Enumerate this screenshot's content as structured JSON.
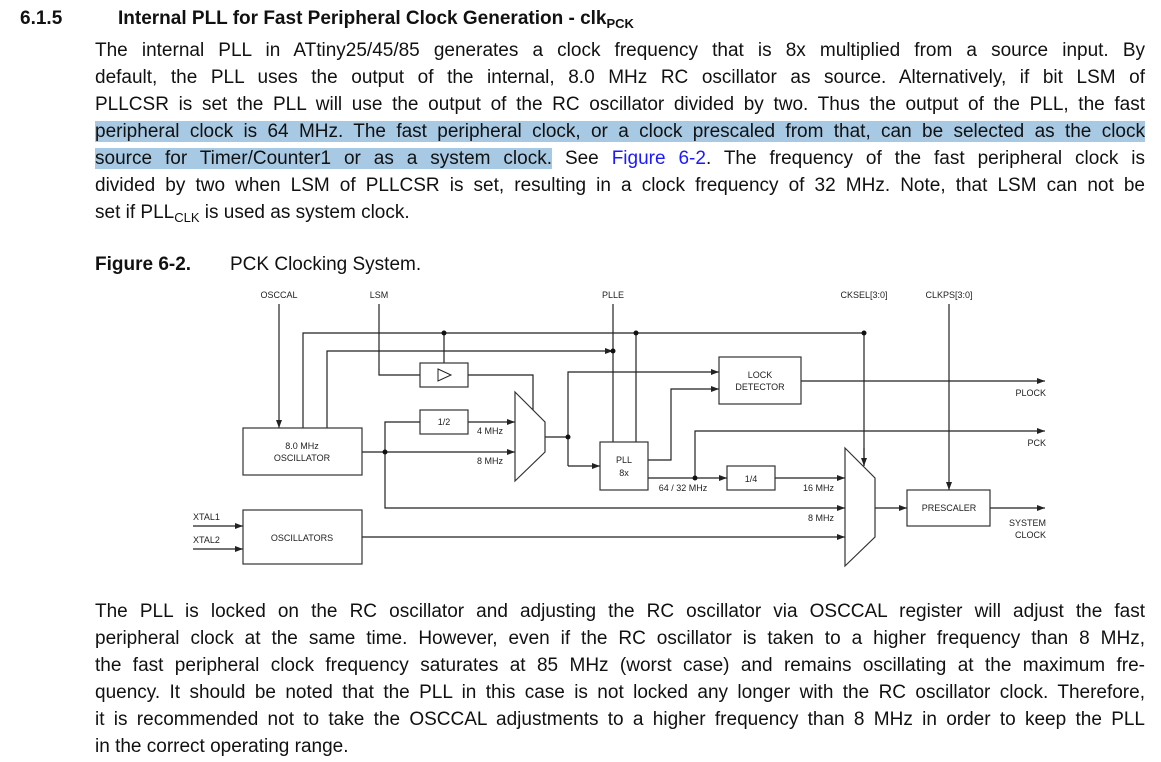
{
  "section": {
    "number": "6.1.5",
    "title": "Internal PLL for Fast Peripheral Clock Generation - clk",
    "title_sub": "PCK"
  },
  "para1": {
    "l1": "The internal PLL in ATtiny25/45/85 generates a clock frequency that is 8x multiplied from a source input. By",
    "l2": "default, the PLL uses the output of the internal, 8.0 MHz RC oscillator as source. Alternatively, if bit LSM of",
    "l3": "PLLCSR is set the PLL will use the output of the RC oscillator divided by two. Thus the output of the PLL, the fast",
    "l4": "peripheral clock is 64 MHz. The fast peripheral clock, or a clock prescaled from that, can be selected as the clock",
    "l5a": "source for Timer/Counter1 or as a system clock.",
    "l5b": " See ",
    "l5link": "Figure 6-2",
    "l5c": ". The frequency of the fast peripheral clock is",
    "l6": "divided by two when LSM of PLLCSR is set, resulting in a clock frequency of 32 MHz. Note, that LSM can not be",
    "l7a": "set if PLL",
    "l7sub": "CLK",
    "l7b": " is used as system clock."
  },
  "figure": {
    "number": "Figure 6-2.",
    "caption": "PCK Clocking System.",
    "labels": {
      "osccal": "OSCCAL",
      "lsm": "LSM",
      "plle": "PLLE",
      "cksel": "CKSEL[3:0]",
      "clkps": "CLKPS[3:0]",
      "osc1": "8.0 MHz",
      "osc2": "OSCILLATOR",
      "half": "1/2",
      "quarter": "1/4",
      "f4": "4 MHz",
      "f8": "8 MHz",
      "pll1": "PLL",
      "pll2": "8x",
      "lock1": "LOCK",
      "lock2": "DETECTOR",
      "f6432": "64 / 32 MHz",
      "f16": "16 MHz",
      "f8b": "8 MHz",
      "presc": "PRESCALER",
      "plock": "PLOCK",
      "pck": "PCK",
      "sys1": "SYSTEM",
      "sys2": "CLOCK",
      "xtal1": "XTAL1",
      "xtal2": "XTAL2",
      "oscs": "OSCILLATORS"
    }
  },
  "para2": {
    "l1": "The PLL is locked on the RC oscillator and adjusting the RC oscillator via OSCCAL register will adjust the fast",
    "l2": "peripheral clock at the same time. However, even if the RC oscillator is taken to a higher frequency than 8 MHz,",
    "l3": "the fast peripheral clock frequency saturates at 85 MHz (worst case) and remains oscillating at the maximum fre-",
    "l4": "quency. It should be noted that the PLL in this case is not locked any longer with the RC oscillator clock. Therefore,",
    "l5": "it is recommended not to take the OSCCAL adjustments to a higher frequency than 8 MHz in order to keep the PLL",
    "l6": "in the correct operating range."
  }
}
